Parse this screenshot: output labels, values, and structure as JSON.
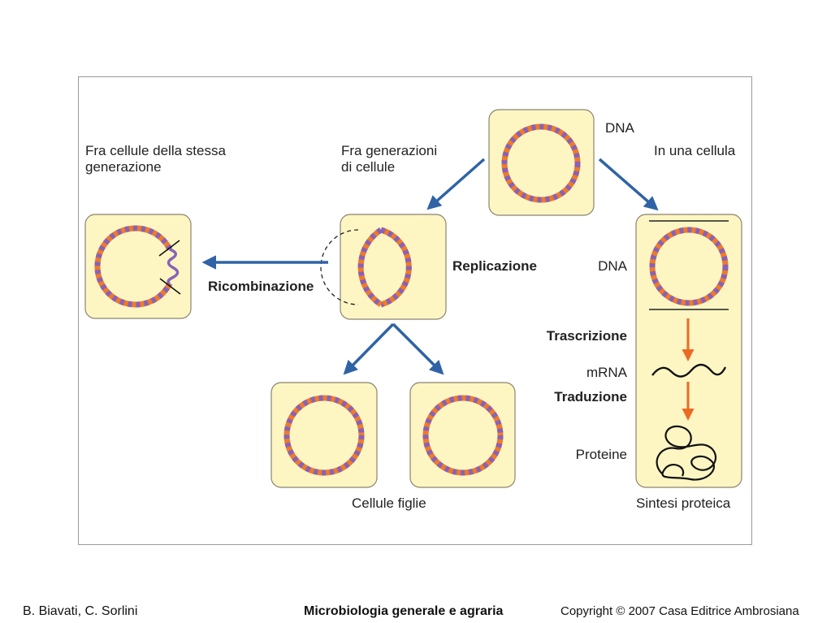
{
  "colors": {
    "cell_fill": "#fdf6c3",
    "cell_border": "#8a8470",
    "strand_a": "#ee7a2a",
    "strand_b": "#8862b8",
    "arrow_blue": "#2f63a6",
    "arrow_orange": "#ec6a24",
    "frame_border": "#9a9a9a"
  },
  "labels": {
    "dna_top": "DNA",
    "between_same_generation": "Fra cellule della stessa\ngenerazione",
    "between_generations": "Fra generazioni\ndi cellule",
    "in_one_cell": "In una cellula",
    "replication": "Replicazione",
    "recombination": "Ricombinazione",
    "dna_right": "DNA",
    "transcription": "Trascrizione",
    "mrna": "mRNA",
    "translation": "Traduzione",
    "proteins": "Proteine",
    "daughter_cells": "Cellule figlie",
    "protein_synthesis": "Sintesi proteica"
  },
  "footer": {
    "authors": "B. Biavati, C. Sorlini",
    "book_title": "Microbiologia generale e agraria",
    "copyright": "Copyright © 2007 Casa Editrice Ambrosiana"
  }
}
